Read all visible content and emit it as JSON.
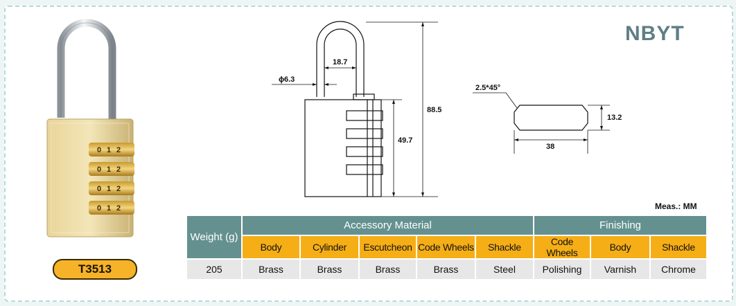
{
  "brand": "NBYT",
  "model": "T3513",
  "meas_note": "Meas.: MM",
  "dimensions": {
    "shackle_diameter": "6.3",
    "shackle_inner_width": "18.7",
    "total_height": "88.5",
    "body_height": "49.7",
    "chamfer": "2.5*45°",
    "body_width": "38",
    "body_thickness": "13.2",
    "diameter_symbol": "ϕ"
  },
  "table": {
    "weight_header": "Weight (g)",
    "group_accessory": "Accessory Material",
    "group_finishing": "Finishing",
    "columns": [
      "Body",
      "Cylinder",
      "Escutcheon",
      "Code Wheels",
      "Shackle",
      "Code Wheels",
      "Body",
      "Shackle"
    ],
    "weight_value": "205",
    "values": [
      "Brass",
      "Brass",
      "Brass",
      "Brass",
      "Steel",
      "Polishing",
      "Varnish",
      "Chrome"
    ]
  },
  "colors": {
    "header_teal": "#64918f",
    "subheader_orange": "#f6ae16",
    "value_gray": "#e7e7e7",
    "brand_text": "#5f7e86",
    "model_pill": "#f6b329"
  }
}
